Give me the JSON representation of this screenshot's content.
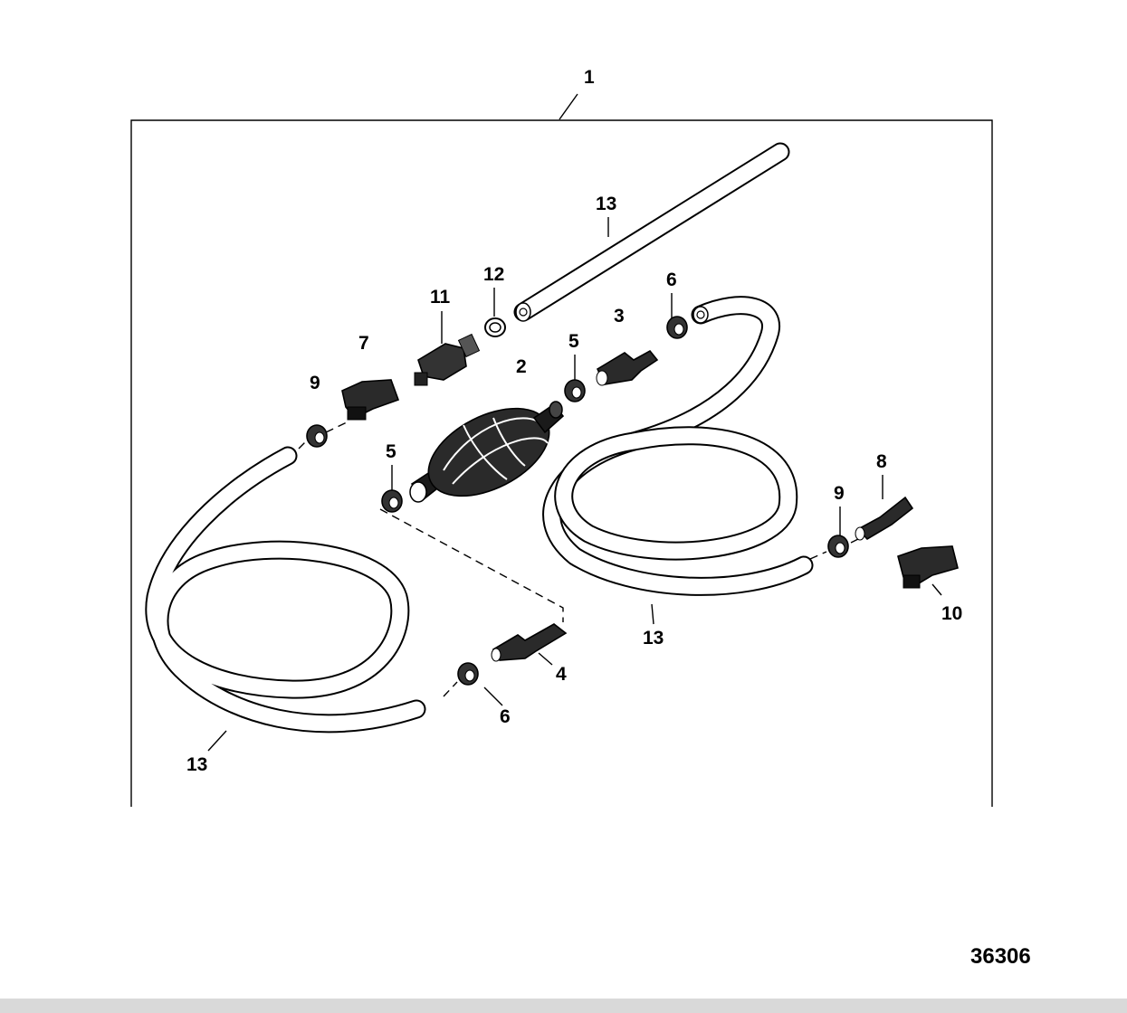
{
  "callouts": {
    "c1": "1",
    "c2": "2",
    "c3": "3",
    "c4": "4",
    "c5a": "5",
    "c5b": "5",
    "c6a": "6",
    "c6b": "6",
    "c7": "7",
    "c8": "8",
    "c9a": "9",
    "c9b": "9",
    "c10": "10",
    "c11": "11",
    "c12": "12",
    "c13a": "13",
    "c13b": "13",
    "c13c": "13"
  },
  "document_number": "36306",
  "colors": {
    "line": "#000000",
    "background": "#ffffff",
    "bar": "#d9d9d9"
  }
}
